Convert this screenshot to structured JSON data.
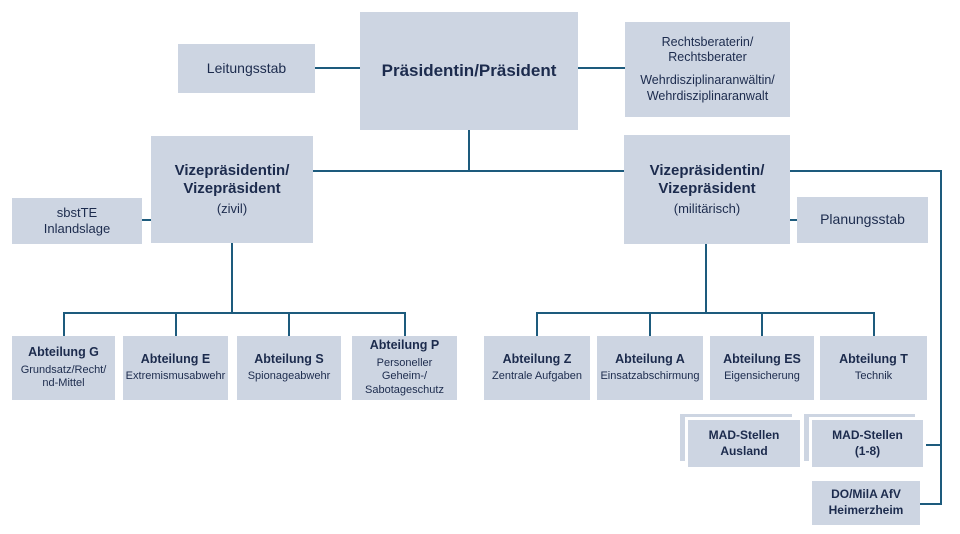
{
  "diagram": {
    "type": "org-chart",
    "colors": {
      "node_fill": "#cdd5e2",
      "connector": "#1d5b7d",
      "text": "#1c2b4d",
      "background": "#ffffff"
    },
    "nodes": {
      "president": {
        "label": "Präsidentin/Präsident"
      },
      "leitungsstab": {
        "label": "Leitungsstab"
      },
      "rechtsberater": {
        "label_top": "Rechtsberaterin/\nRechtsberater",
        "label_bottom": "Wehrdisziplinaranwältin/\nWehrdisziplinaranwalt"
      },
      "vp_zivil": {
        "label": "Vizepräsidentin/\nVizepräsident",
        "sublabel": "(zivil)"
      },
      "vp_militaerisch": {
        "label": "Vizepräsidentin/\nVizepräsident",
        "sublabel": "(militärisch)"
      },
      "sbstte": {
        "label": "sbstTE\nInlandslage"
      },
      "planungsstab": {
        "label": "Planungsstab"
      },
      "mad_stellen_ausland": {
        "label": "MAD-Stellen\nAusland"
      },
      "mad_stellen_1_8": {
        "label": "MAD-Stellen\n(1-8)"
      },
      "do_mila_afv": {
        "label": "DO/MilA AfV\nHeimerzheim"
      }
    },
    "departments_zivil": [
      {
        "name": "Abteilung G",
        "desc": "Grundsatz/Recht/\nnd-Mittel"
      },
      {
        "name": "Abteilung E",
        "desc": "Extremismusabwehr"
      },
      {
        "name": "Abteilung S",
        "desc": "Spionageabwehr"
      },
      {
        "name": "Abteilung P",
        "desc": "Personeller Geheim-/\nSabotageschutz"
      }
    ],
    "departments_militaerisch": [
      {
        "name": "Abteilung Z",
        "desc": "Zentrale Aufgaben"
      },
      {
        "name": "Abteilung A",
        "desc": "Einsatzabschirmung"
      },
      {
        "name": "Abteilung ES",
        "desc": "Eigensicherung"
      },
      {
        "name": "Abteilung T",
        "desc": "Technik"
      }
    ]
  }
}
